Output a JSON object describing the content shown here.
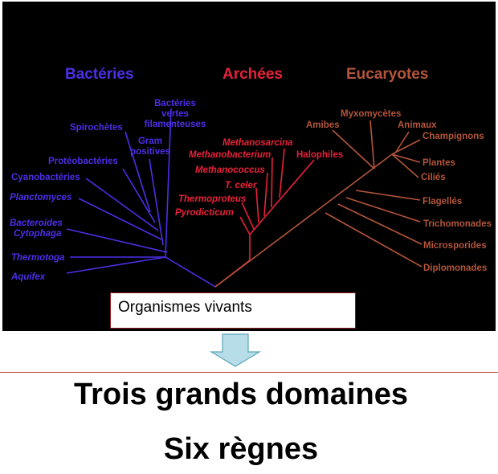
{
  "tree": {
    "domains": {
      "bacteria": "Bactéries",
      "archaea": "Archées",
      "eukaryotes": "Eucaryotes"
    },
    "bacteria": [
      "Bactéries",
      "vertes",
      "filamenteuses",
      "Spirochètes",
      "Gram",
      "positives",
      "Protéobactéries",
      "Cyanobactéries",
      "Planctomyces",
      "Bacteroides",
      "Cytophaga",
      "Thermotoga",
      "Aquifex"
    ],
    "archaea": [
      "Methanosarcina",
      "Methanobacterium",
      "Halophiles",
      "Methanococcus",
      "T. celer",
      "Thermoproteus",
      "Pyrodicticum"
    ],
    "eukaryotes": [
      "Myxomycètes",
      "Amibes",
      "Animaux",
      "Champignons",
      "Plantes",
      "Ciliés",
      "Flagellés",
      "Trichomonades",
      "Microsporides",
      "Diplomonades"
    ],
    "colors": {
      "background": "#000000",
      "bacteria": "#4b2fe8",
      "archaea": "#e8213a",
      "eukaryotes": "#b4553a"
    }
  },
  "root_label": "Organismes vivants",
  "titles": {
    "line1": "Trois grands domaines",
    "line2": "Six règnes"
  }
}
